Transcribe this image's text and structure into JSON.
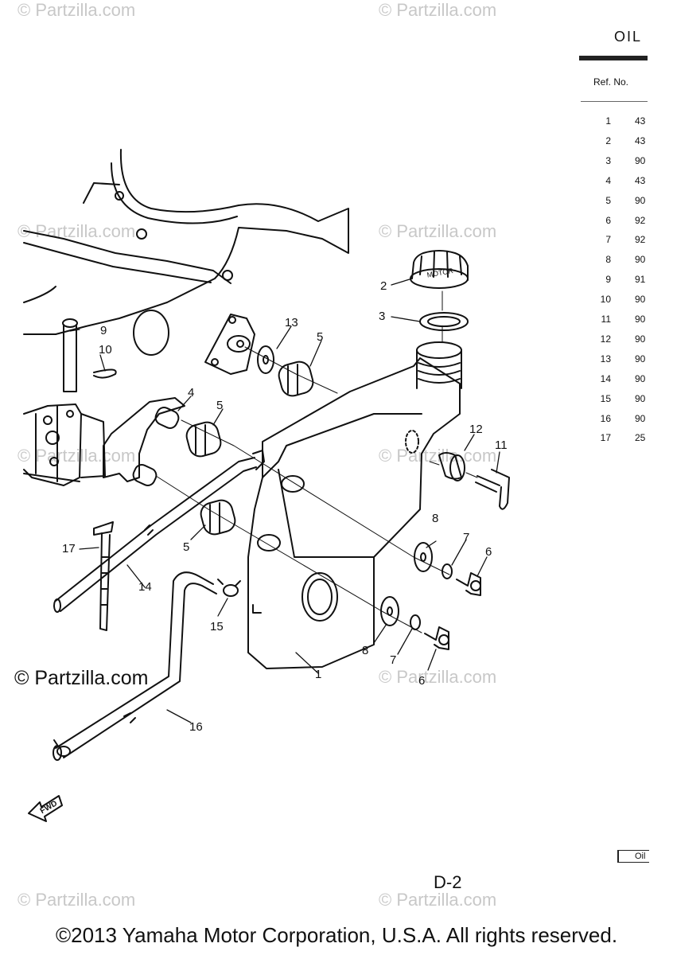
{
  "header": {
    "title_fragment": "OIL",
    "ref_col_label": "Ref. No."
  },
  "parts": [
    {
      "ref": "1",
      "pno": "43"
    },
    {
      "ref": "2",
      "pno": "43"
    },
    {
      "ref": "3",
      "pno": "90"
    },
    {
      "ref": "4",
      "pno": "43"
    },
    {
      "ref": "5",
      "pno": "90"
    },
    {
      "ref": "6",
      "pno": "92"
    },
    {
      "ref": "7",
      "pno": "92"
    },
    {
      "ref": "8",
      "pno": "90"
    },
    {
      "ref": "9",
      "pno": "91"
    },
    {
      "ref": "10",
      "pno": "90"
    },
    {
      "ref": "11",
      "pno": "90"
    },
    {
      "ref": "12",
      "pno": "90"
    },
    {
      "ref": "13",
      "pno": "90"
    },
    {
      "ref": "14",
      "pno": "90"
    },
    {
      "ref": "15",
      "pno": "90"
    },
    {
      "ref": "16",
      "pno": "90"
    },
    {
      "ref": "17",
      "pno": "25"
    }
  ],
  "watermarks": {
    "text": "© Partzilla.com",
    "main": "© Partzilla.com"
  },
  "callouts": [
    "1",
    "2",
    "3",
    "4",
    "5",
    "5",
    "5",
    "6",
    "6",
    "7",
    "7",
    "8",
    "8",
    "9",
    "10",
    "11",
    "12",
    "13",
    "14",
    "15",
    "16",
    "17"
  ],
  "cap_text": "MOTOR",
  "fwd_label": "FWD",
  "legend_label": "Oil",
  "page_code": "D-2",
  "copyright": "©2013 Yamaha Motor Corporation, U.S.A. All rights reserved."
}
